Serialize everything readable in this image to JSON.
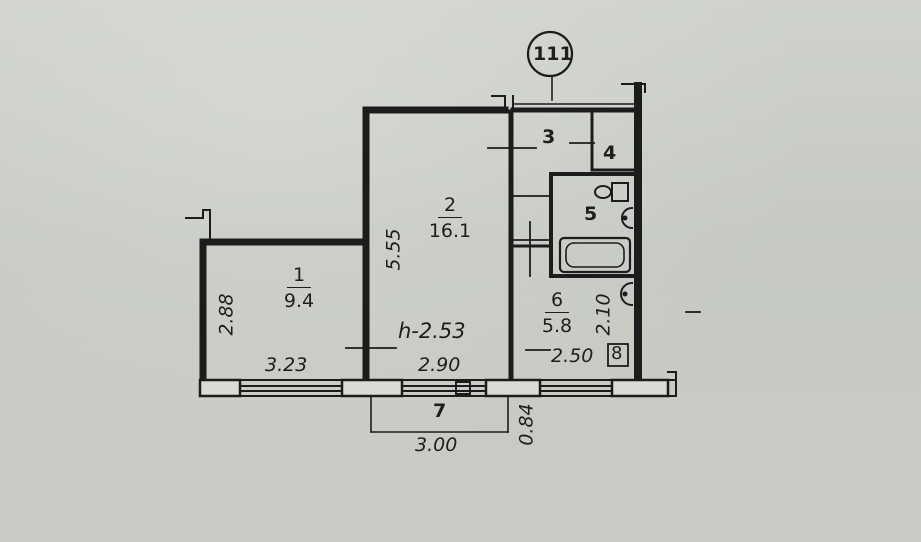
{
  "plan": {
    "apartment_number": "111",
    "ceiling_height": "h-2.53",
    "rooms": [
      {
        "number": "1",
        "area": "9.4"
      },
      {
        "number": "2",
        "area": "16.1"
      },
      {
        "number": "3"
      },
      {
        "number": "4"
      },
      {
        "number": "5"
      },
      {
        "number": "6",
        "area": "5.8"
      },
      {
        "number": "7"
      },
      {
        "number": "8"
      }
    ],
    "dimensions": {
      "room1_width": "3.23",
      "room1_height": "2.88",
      "room2_length": "5.55",
      "room2_width": "2.90",
      "room6_width": "2.50",
      "room6_height": "2.10",
      "balcony_width": "3.00",
      "balcony_depth": "0.84"
    }
  }
}
